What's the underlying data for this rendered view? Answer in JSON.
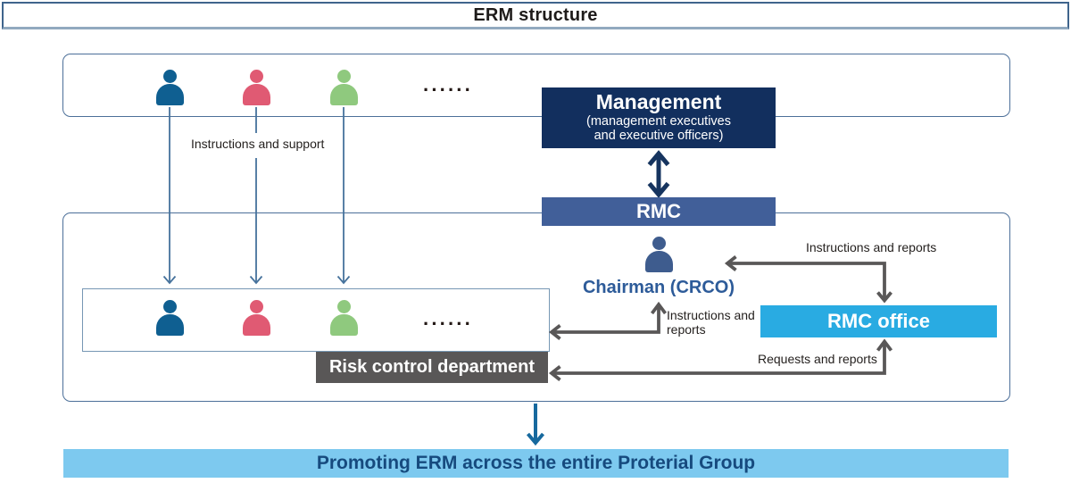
{
  "title": "ERM structure",
  "management": {
    "title": "Management",
    "subtitle": "(management executives and executive officers)"
  },
  "rmc": {
    "label": "RMC"
  },
  "chairman": {
    "label": "Chairman (CRCO)"
  },
  "rmc_office": {
    "label": "RMC office"
  },
  "risk_control_department": {
    "label": "Risk control department"
  },
  "groups": {
    "upper_dots": "······",
    "lower_dots": "······"
  },
  "flow_labels": {
    "instructions_and_support": "Instructions and support",
    "instructions_and_reports_top": "Instructions and reports",
    "instructions_and_reports_mid": "Instructions and reports",
    "requests_and_reports": "Requests and reports"
  },
  "banner": {
    "label": "Promoting ERM across the entire Proterial Group"
  },
  "colors": {
    "management_bg": "#122f5e",
    "rmc_bg": "#415f99",
    "rmc_office_bg": "#29abe2",
    "risk_control_bg": "#595757",
    "banner_bg": "#7dc9ef",
    "banner_text": "#164a7e",
    "chairman_text": "#2d5b99",
    "person_blue": "#0f5f91",
    "person_pink": "#e05a73",
    "person_green": "#8fc97e",
    "person_navy": "#3e5c8e",
    "arrow_gray": "#595757",
    "arrow_navy": "#16345f",
    "arrow_thin_blue": "#46729c",
    "arrow_bottom_blue": "#17699e",
    "group_border": "#4c6f99"
  }
}
